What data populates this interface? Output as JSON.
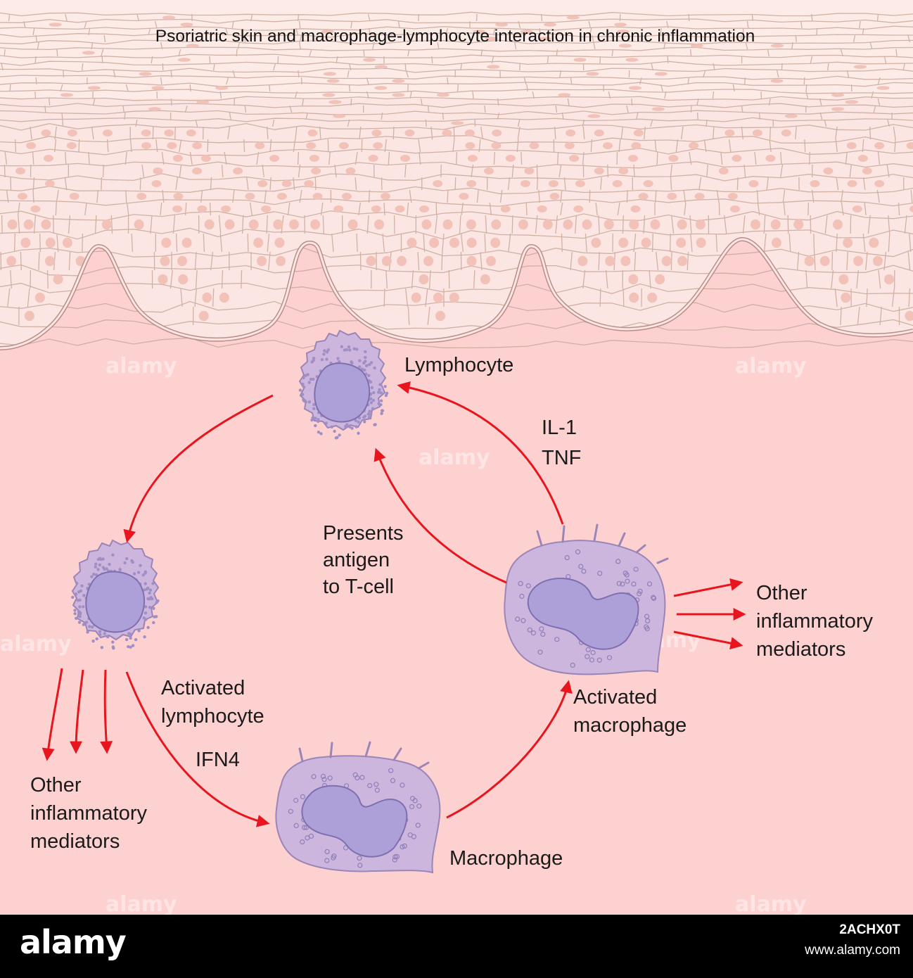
{
  "title": "Psoriatric skin and macrophage-lymphocyte interaction in chronic inflammation",
  "labels": {
    "lymphocyte": "Lymphocyte",
    "il1": "IL-1",
    "tnf": "TNF",
    "presents_1": "Presents",
    "presents_2": "antigen",
    "presents_3": "to T-cell",
    "activated_lymphocyte_1": "Activated",
    "activated_lymphocyte_2": "lymphocyte",
    "ifn": "IFN4",
    "activated_macrophage_1": "Activated",
    "activated_macrophage_2": "macrophage",
    "macrophage": "Macrophage",
    "right_mediators_1": "Other",
    "right_mediators_2": "inflammatory",
    "right_mediators_3": "mediators",
    "left_mediators_1": "Other",
    "left_mediators_2": "inflammatory",
    "left_mediators_3": "mediators"
  },
  "watermark": "alamy",
  "footer": {
    "logo": "alamy",
    "image_id": "2ACHX0T",
    "url": "www.alamy.com"
  },
  "colors": {
    "background": "#fdd1d0",
    "skin_light": "#fbe6e3",
    "cell_line": "#c9a99b",
    "nucleus_skin": "#f2c2b8",
    "cell_body": "#cdb6de",
    "nucleus": "#ad9fd8",
    "arrow": "#e8141e"
  }
}
